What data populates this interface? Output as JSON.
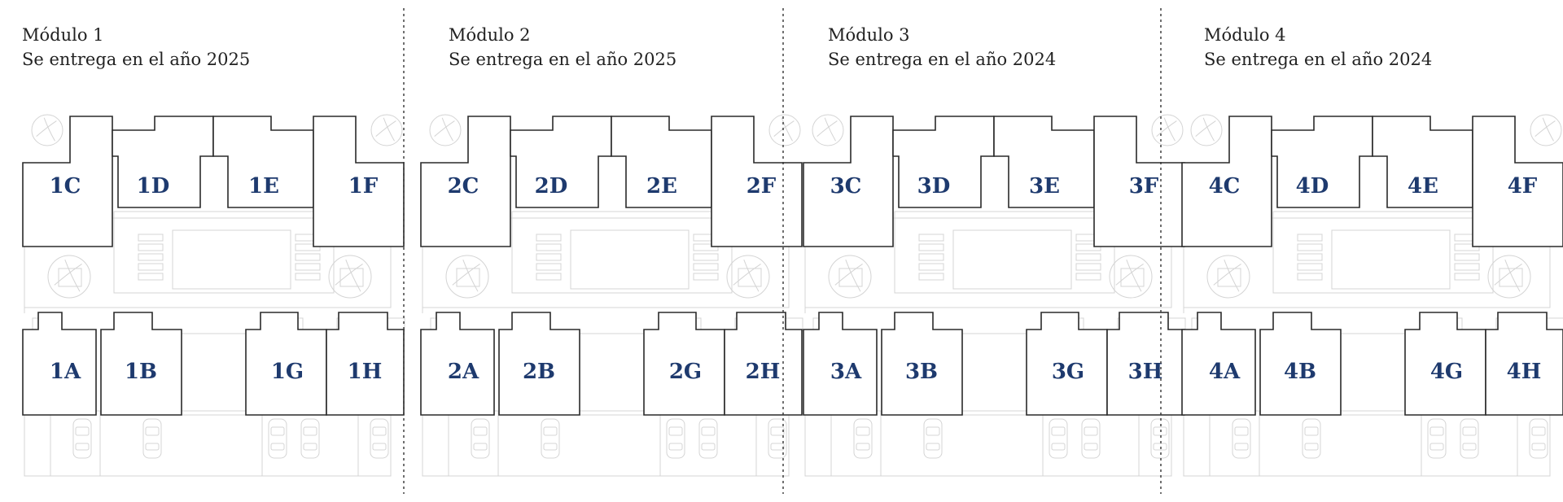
{
  "theme": {
    "label_color": "#1e3a6e",
    "line_color": "#2a2a2a",
    "faint_color": "#d4d4d4",
    "divider_color": "#333333"
  },
  "modules": [
    {
      "title": "Módulo 1",
      "delivery": "Se entrega en el año 2025",
      "top_units": [
        "1C",
        "1D",
        "1E",
        "1F"
      ],
      "bottom_units": [
        "1A",
        "1B",
        "1G",
        "1H"
      ]
    },
    {
      "title": "Módulo 2",
      "delivery": "Se entrega en el año 2025",
      "top_units": [
        "2C",
        "2D",
        "2E",
        "2F"
      ],
      "bottom_units": [
        "2A",
        "2B",
        "2G",
        "2H"
      ]
    },
    {
      "title": "Módulo 3",
      "delivery": "Se entrega en el año 2024",
      "top_units": [
        "3C",
        "3D",
        "3E",
        "3F"
      ],
      "bottom_units": [
        "3A",
        "3B",
        "3G",
        "3H"
      ]
    },
    {
      "title": "Módulo 4",
      "delivery": "Se entrega en el año 2024",
      "top_units": [
        "4C",
        "4D",
        "4E",
        "4F"
      ],
      "bottom_units": [
        "4A",
        "4B",
        "4G",
        "4H"
      ]
    }
  ]
}
